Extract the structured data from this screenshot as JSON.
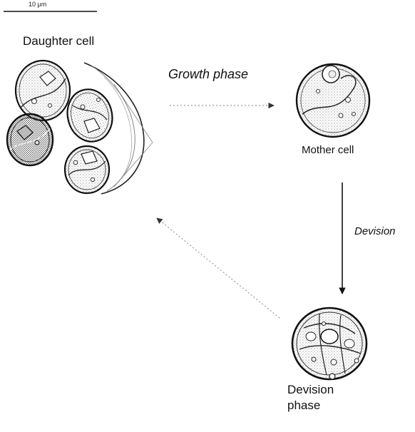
{
  "diagram": {
    "scale_bar_label": "10 μm",
    "label_daughter_cell": "Daughter cell",
    "label_growth_phase": "Growth phase",
    "label_mother_cell": "Mother cell",
    "label_devision": "Devision",
    "label_devision_phase_line1": "Devision",
    "label_devision_phase_line2": "phase"
  }
}
